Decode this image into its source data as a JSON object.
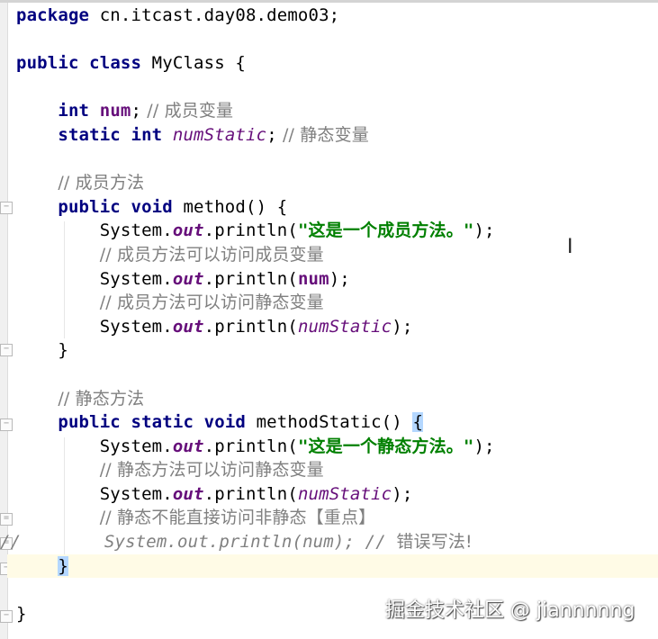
{
  "editor": {
    "lines": [
      {
        "package_kw": "package",
        "package_name": " cn.itcast.day08.demo03;"
      },
      {},
      {
        "kw1": "public",
        "kw2": "class",
        "name": " MyClass {"
      },
      {},
      {
        "indent": "    ",
        "kw": "int",
        "field": "num",
        "rest": ";",
        "comment": " // 成员变量"
      },
      {
        "indent": "    ",
        "kw1": "static",
        "kw2": "int",
        "field": "numStatic",
        "rest": ";",
        "comment": " // 静态变量"
      },
      {},
      {
        "indent": "    ",
        "comment": "// 成员方法"
      },
      {
        "indent": "    ",
        "kw1": "public",
        "kw2": "void",
        "rest": " method() {"
      },
      {
        "indent": "        ",
        "prefix": "System.",
        "out": "out",
        "call": ".println(",
        "str": "\"这是一个成员方法。\"",
        "end": ");"
      },
      {
        "indent": "        ",
        "comment": "// 成员方法可以访问成员变量"
      },
      {
        "indent": "        ",
        "prefix": "System.",
        "out": "out",
        "call": ".println(",
        "arg": "num",
        "end": ");"
      },
      {
        "indent": "        ",
        "comment": "// 成员方法可以访问静态变量"
      },
      {
        "indent": "        ",
        "prefix": "System.",
        "out": "out",
        "call": ".println(",
        "arg": "numStatic",
        "end": ");"
      },
      {
        "indent": "    ",
        "rest": "}"
      },
      {},
      {
        "indent": "    ",
        "comment": "// 静态方法"
      },
      {
        "indent": "    ",
        "kw1": "public",
        "kw2": "static",
        "kw3": "void",
        "rest": " methodStatic() ",
        "brace": "{"
      },
      {
        "indent": "        ",
        "prefix": "System.",
        "out": "out",
        "call": ".println(",
        "str": "\"这是一个静态方法。\"",
        "end": ");"
      },
      {
        "indent": "        ",
        "comment": "// 静态方法可以访问静态变量"
      },
      {
        "indent": "        ",
        "prefix": "System.",
        "out": "out",
        "call": ".println(",
        "arg": "numStatic",
        "end": ");"
      },
      {
        "indent": "        ",
        "comment": "// 静态不能直接访问非静态【重点】"
      },
      {
        "slashes": "//",
        "code": "        System.out.println(num); // ",
        "comment": "错误写法!"
      },
      {
        "indent": "    ",
        "brace": "}"
      },
      {},
      {
        "rest": "}"
      }
    ]
  },
  "watermark": "掘金技术社区 @ jiannnnng",
  "colors": {
    "keyword": "#000080",
    "field": "#660e7a",
    "string": "#008000",
    "comment": "#808080",
    "current_line": "#fffbe6",
    "brace_match": "#b4d7ff"
  }
}
